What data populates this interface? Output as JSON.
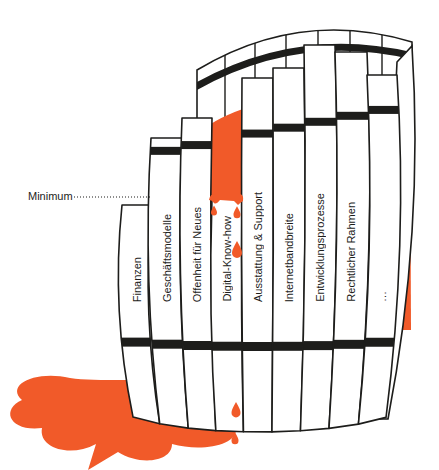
{
  "diagram": {
    "nodes": [
      {
        "text": [
          "Finanzen"
        ]
      },
      {
        "text": [
          "Geschäftsmodelle"
        ]
      },
      {
        "text": [
          "Offenheit für Neues"
        ]
      },
      {
        "text": [
          "Digital-Know-how"
        ]
      },
      {
        "text": [
          "Ausstattung & Support"
        ]
      },
      {
        "text": [
          "Internetbandbreite"
        ]
      },
      {
        "text": [
          "Entwicklungsprozesse"
        ]
      },
      {
        "text": [
          "Rechtlicher Rahmen"
        ]
      },
      {
        "text": [
          "…"
        ]
      }
    ],
    "labels": [
      "Minimum"
    ]
  }
}
